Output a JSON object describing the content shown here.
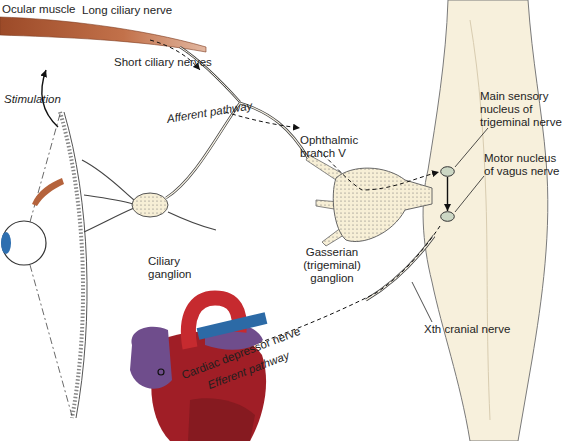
{
  "diagram": {
    "nodes": [
      {
        "text": [
          "Main sensory nucleus of trigeminal nerve"
        ]
      },
      {
        "text": [
          "Motor nucleus of vagus nerve"
        ]
      }
    ],
    "edges": [
      {
        "from": 0,
        "to": 1,
        "arrow": "to"
      }
    ],
    "labels": [
      "Ocular muscle",
      "Long ciliary nerve",
      "Short ciliary nerves",
      "Stimulation",
      "Afferent pathway",
      "Ophthalmic branch V",
      "Ciliary ganglion",
      "Gasserian (trigeminal) ganglion",
      "Xth cranial nerve",
      "Cardiac depressor nerve",
      "Efferent pathway"
    ]
  }
}
